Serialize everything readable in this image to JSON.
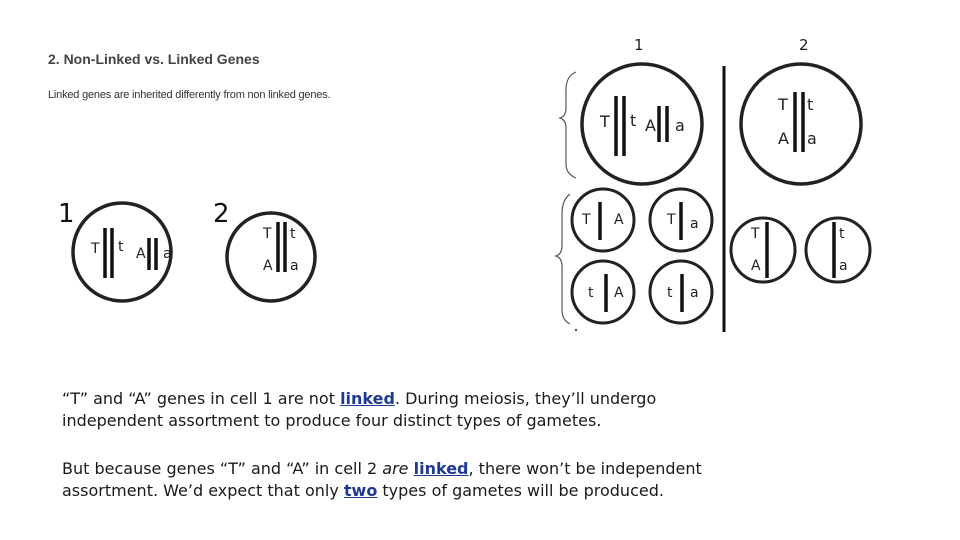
{
  "slide": {
    "heading": "2. Non-Linked vs. Linked Genes",
    "subtext": "Linked genes are inherited differently from non linked genes."
  },
  "left_diagram": {
    "cell1": {
      "number": "1",
      "alleles": [
        "T",
        "t",
        "A",
        "a"
      ]
    },
    "cell2": {
      "number": "2",
      "alleles": [
        "T",
        "t",
        "A",
        "a"
      ]
    }
  },
  "right_diagram": {
    "col1": {
      "number": "1",
      "parent_alleles": [
        "T",
        "t",
        "A",
        "a"
      ],
      "gametes": [
        [
          "T",
          "A"
        ],
        [
          "T",
          "a"
        ],
        [
          "t",
          "A"
        ],
        [
          "t",
          "a"
        ]
      ]
    },
    "col2": {
      "number": "2",
      "parent_alleles": [
        "T",
        "t",
        "A",
        "a"
      ],
      "gametes": [
        [
          "T",
          "A"
        ],
        [
          "t",
          "a"
        ]
      ]
    }
  },
  "paragraph1": {
    "t1": "“T” and “A” genes in cell 1 are not ",
    "kw": "linked",
    "t2": ". During meiosis, they’ll undergo independent assortment to produce four distinct types of gametes."
  },
  "paragraph2": {
    "t1": "But because genes “T” and “A” in cell 2 ",
    "it": "are",
    "t2": " ",
    "kw1": "linked",
    "t3": ", there won’t be independent assortment. We’d expect that only ",
    "kw2": "two",
    "t4": " types of gametes will be produced."
  }
}
